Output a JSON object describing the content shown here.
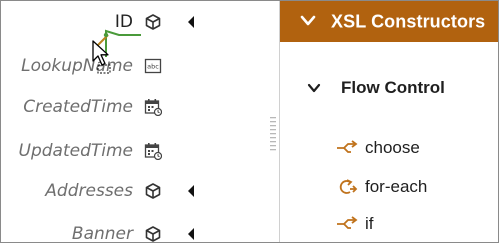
{
  "tree": {
    "items": [
      {
        "label": "ID",
        "type_icon": "cube-icon",
        "has_caret": true,
        "style": "plain"
      },
      {
        "label": "LookupName",
        "type_icon": "text-field-icon",
        "has_caret": false,
        "style": "italic"
      },
      {
        "label": "CreatedTime",
        "type_icon": "calendar-clock-icon",
        "has_caret": false,
        "style": "italic"
      },
      {
        "label": "UpdatedTime",
        "type_icon": "calendar-clock-icon",
        "has_caret": false,
        "style": "italic"
      },
      {
        "label": "Addresses",
        "type_icon": "cube-icon",
        "has_caret": true,
        "style": "italic"
      },
      {
        "label": "Banner",
        "type_icon": "cube-icon",
        "has_caret": true,
        "style": "italic"
      }
    ]
  },
  "palette": {
    "header": {
      "title": "XSL Constructors"
    },
    "section": {
      "title": "Flow Control"
    },
    "items": [
      {
        "label": "choose",
        "icon": "branch-icon"
      },
      {
        "label": "for-each",
        "icon": "loop-icon"
      },
      {
        "label": "if",
        "icon": "branch-icon"
      }
    ]
  },
  "colors": {
    "header_bg": "#b1620f",
    "accent_orange": "#c0731d",
    "mapping_line": "#4a9a3a"
  }
}
